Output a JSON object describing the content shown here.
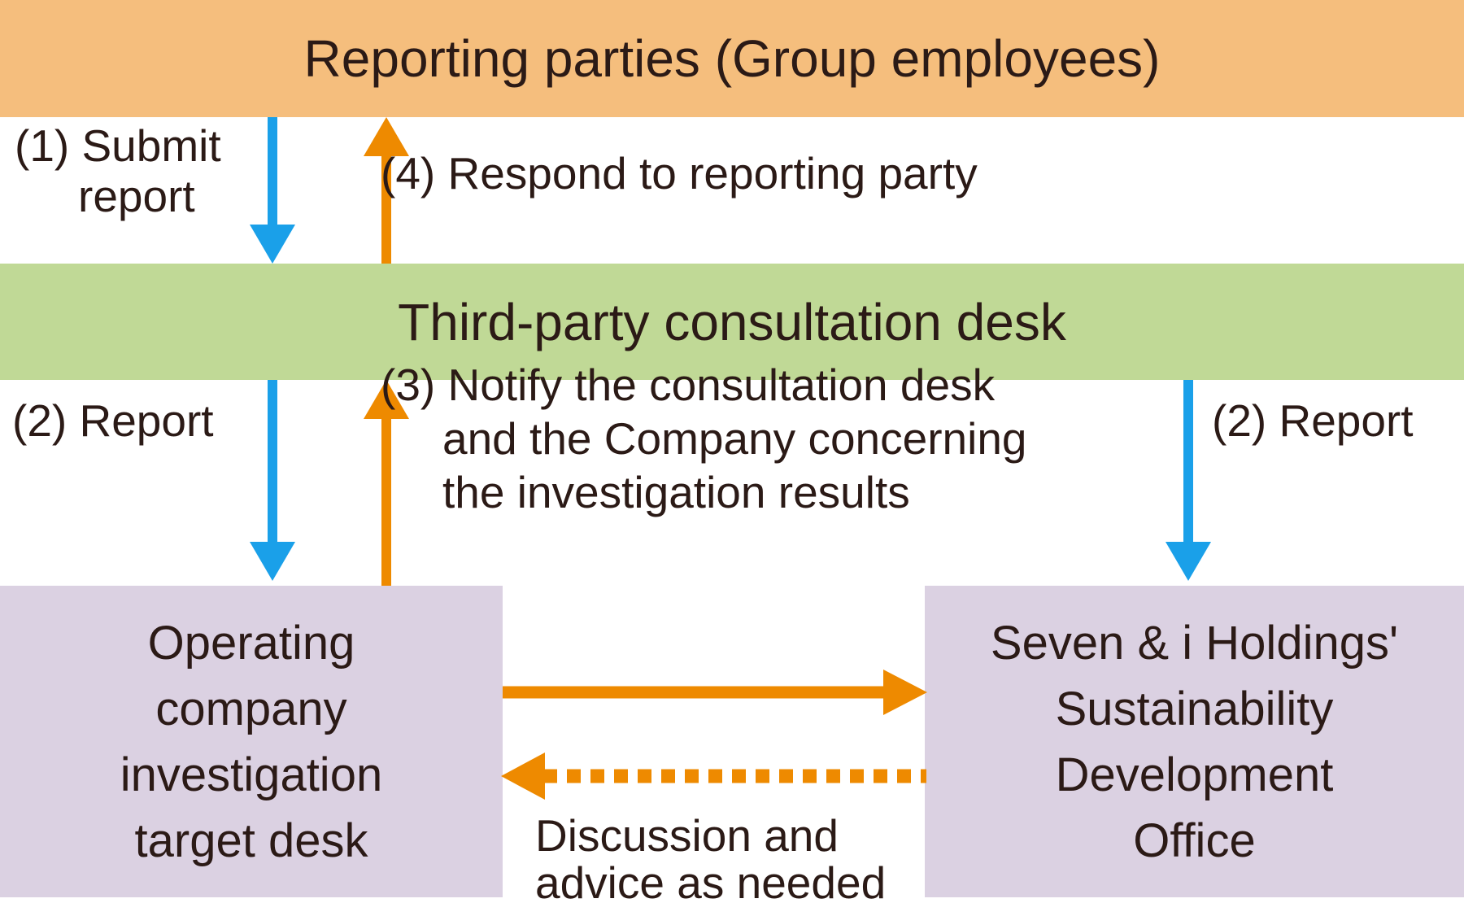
{
  "colors": {
    "background": "#FFFFFF",
    "banner_orange": "#F5BE7D",
    "banner_green": "#C0D996",
    "box_purple": "#DBD1E2",
    "arrow_blue": "#1AA0E9",
    "arrow_orange": "#EE8A00",
    "text": "#2B1A16"
  },
  "banners": {
    "reporting_parties": "Reporting parties (Group employees)",
    "consultation_desk": "Third-party consultation desk"
  },
  "boxes": {
    "operating_company": {
      "lines": [
        "Operating",
        "company",
        "investigation",
        "target desk"
      ]
    },
    "holdings_office": {
      "lines": [
        "Seven & i Holdings'",
        "Sustainability",
        "Development",
        "Office"
      ]
    }
  },
  "labels": {
    "submit_report": {
      "lines": [
        "(1) Submit",
        "report"
      ]
    },
    "respond": "(4) Respond to reporting party",
    "report_left": "(2) Report",
    "notify": {
      "lines": [
        "(3) Notify the consultation desk",
        "and the Company concerning",
        "the investigation results"
      ]
    },
    "report_right": "(2) Report",
    "discussion": {
      "lines": [
        "Discussion and",
        "advice as needed"
      ]
    }
  }
}
